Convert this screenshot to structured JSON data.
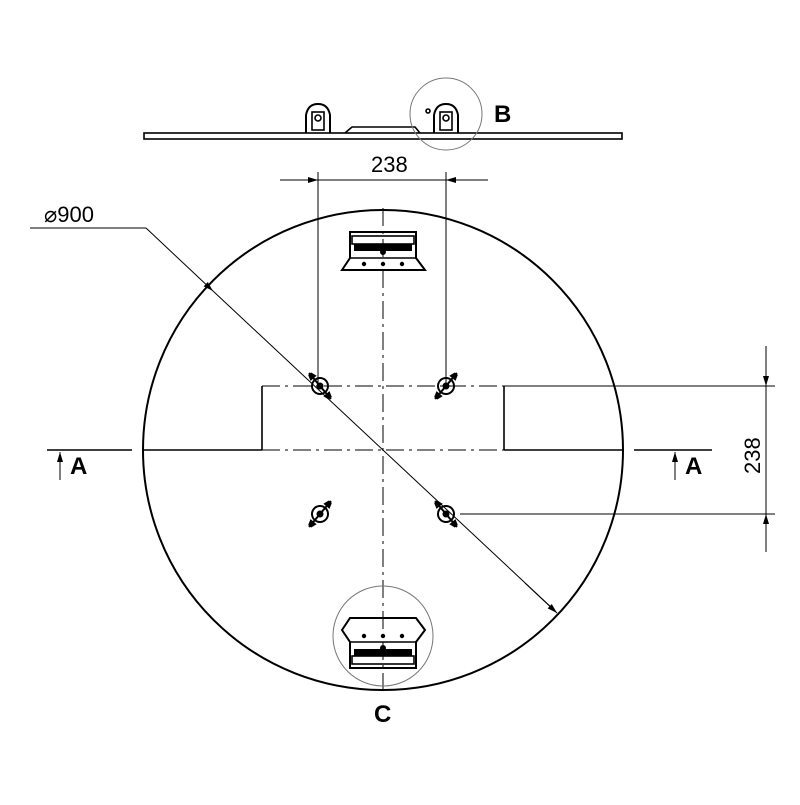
{
  "drawing": {
    "diameter_label": "⌀900",
    "top_dimension": "238",
    "right_dimension": "238",
    "section_left": "A",
    "section_right": "A",
    "detail_b": "B",
    "detail_c": "C"
  }
}
